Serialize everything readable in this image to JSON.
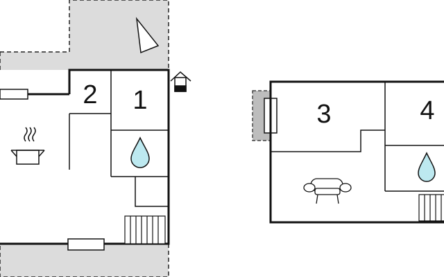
{
  "floor_plan": {
    "colors": {
      "wall": "#111111",
      "outdoor_area": "#dcdcdc",
      "water": "#bde9f0",
      "background": "#ffffff"
    },
    "ground_floor": {
      "room_labels": [
        "2",
        "1"
      ],
      "icons": [
        "compass-north-icon",
        "house-entrance-icon",
        "cooking-pot-icon",
        "water-drop-icon",
        "radiator-icon",
        "window-icon"
      ]
    },
    "upper_floor": {
      "room_labels": [
        "3",
        "4"
      ],
      "icons": [
        "fireplace-icon",
        "sofa-icon",
        "water-drop-icon",
        "radiator-icon"
      ]
    }
  }
}
